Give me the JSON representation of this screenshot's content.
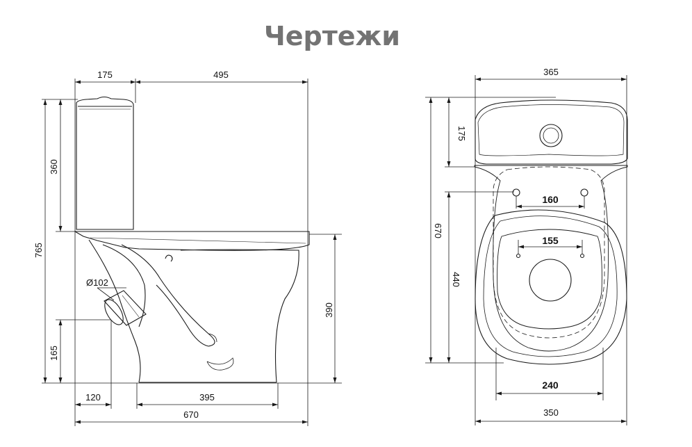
{
  "title": "Чертежи",
  "colors": {
    "title": "#737373",
    "line": "#1a1a1a"
  },
  "side_view": {
    "dims": {
      "tank_depth": "175",
      "bowl_depth": "495",
      "tank_height": "360",
      "total_height": "765",
      "bowl_height": "390",
      "outlet_height": "165",
      "outlet_diameter": "Ø102",
      "outlet_offset": "120",
      "base_length": "395",
      "total_length": "670"
    }
  },
  "top_view": {
    "dims": {
      "tank_width": "365",
      "tank_depth": "175",
      "total_length": "670",
      "bowl_length": "440",
      "hole_spacing_outer": "160",
      "hole_spacing_inner": "155",
      "base_width": "240",
      "bowl_width": "350"
    }
  }
}
